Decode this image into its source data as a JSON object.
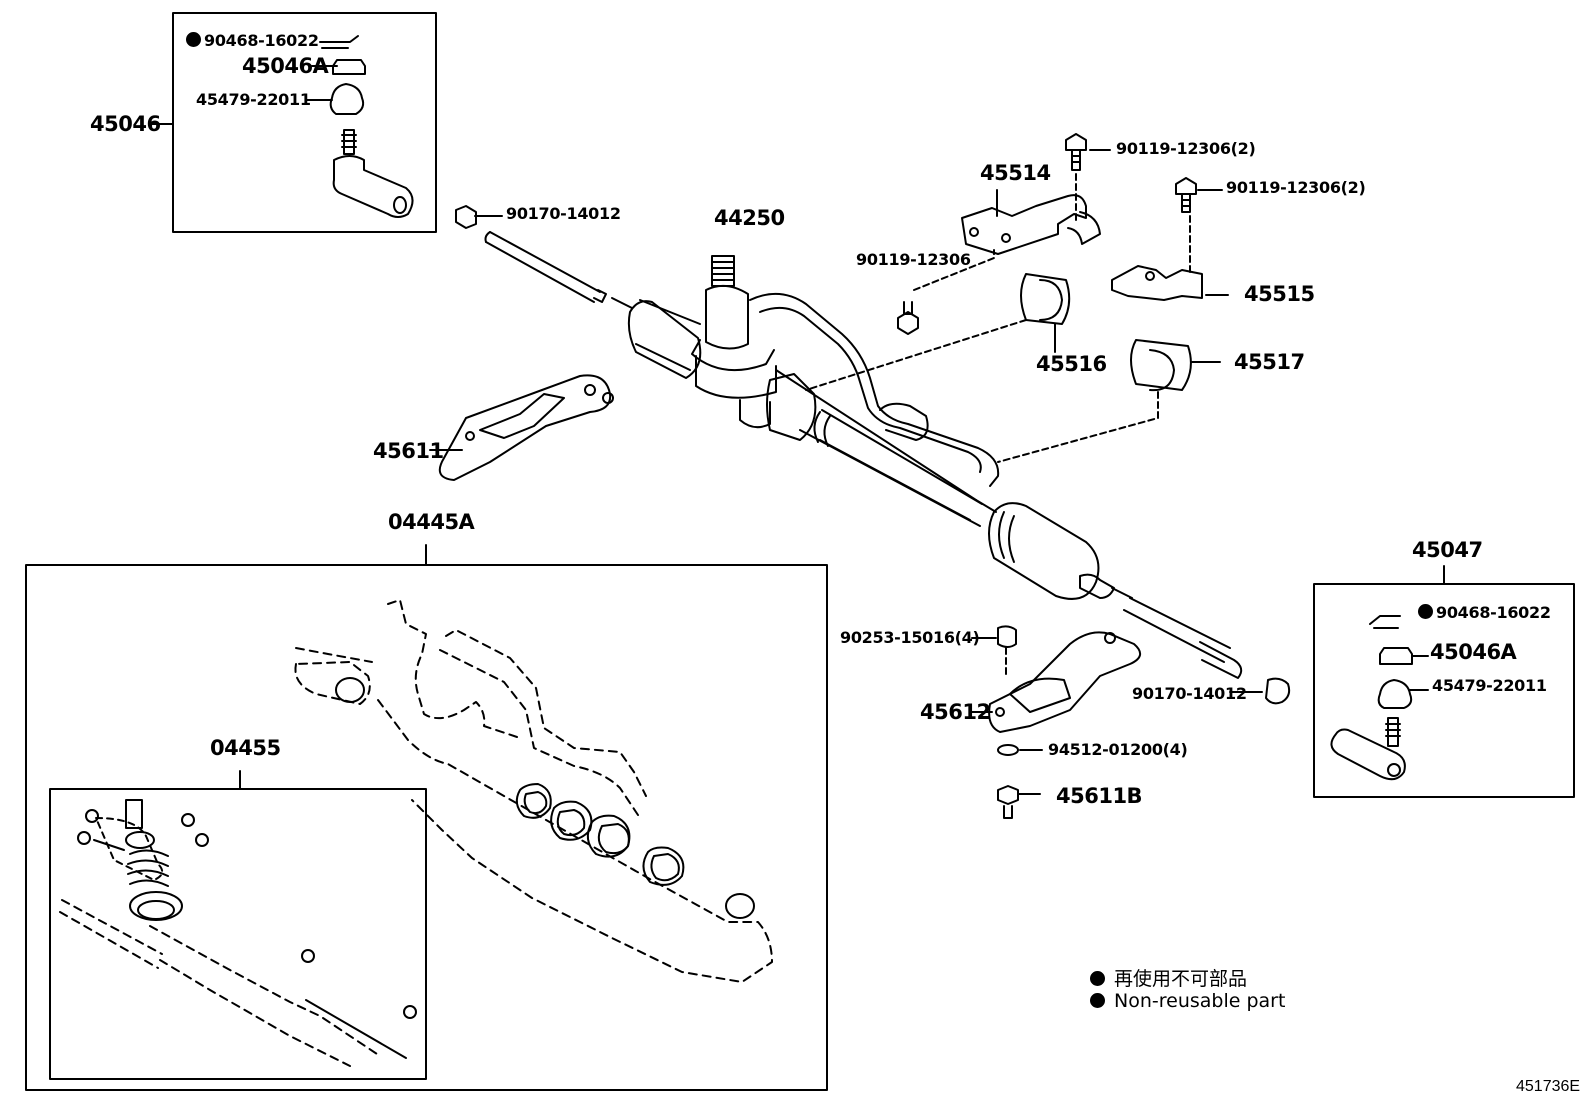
{
  "labels": {
    "l45046": "45046",
    "l90468a": "90468-16022",
    "l45046Aa": "45046A",
    "l45479a": "45479-22011",
    "l90170a": "90170-14012",
    "l44250": "44250",
    "l90119a": "90119-12306(2)",
    "l45514": "45514",
    "l90119b": "90119-12306(2)",
    "l90119c": "90119-12306",
    "l45515": "45515",
    "l45516": "45516",
    "l45517": "45517",
    "l45611": "45611",
    "l04445A": "04445A",
    "l04455": "04455",
    "l45047": "45047",
    "l90468b": "90468-16022",
    "l45046Ab": "45046A",
    "l45479b": "45479-22011",
    "l90253": "90253-15016(4)",
    "l45612": "45612",
    "l90170b": "90170-14012",
    "l94512": "94512-01200(4)",
    "l45611B": "45611B"
  },
  "legend": {
    "jp": "再使用不可部品",
    "en": "Non-reusable part"
  },
  "figure_id": "451736E"
}
